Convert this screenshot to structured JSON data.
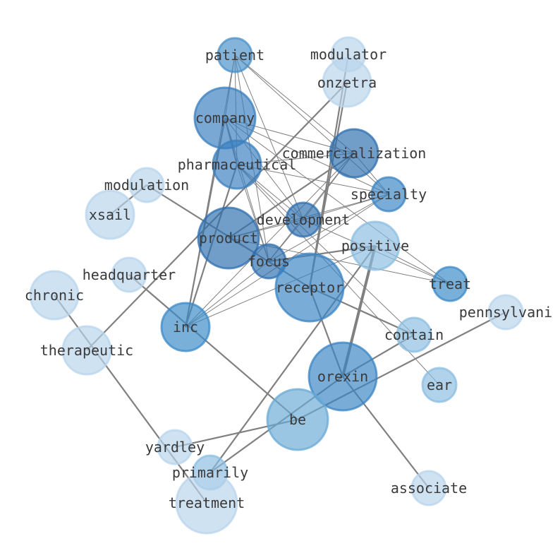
{
  "network": {
    "nodes": [
      {
        "id": "patient",
        "label": "patient",
        "weight": 1,
        "color": "#4a90c8"
      },
      {
        "id": "modulator",
        "label": "modulator",
        "weight": 1,
        "color": "#b8d4ec"
      },
      {
        "id": "onzetra",
        "label": "onzetra",
        "weight": 1,
        "color": "#b8d4ec"
      },
      {
        "id": "company",
        "label": "company",
        "weight": 5,
        "color": "#3a7fbf"
      },
      {
        "id": "commercialization",
        "label": "commercialization",
        "weight": 3,
        "color": "#2d6fb0"
      },
      {
        "id": "pharmaceutical",
        "label": "pharmaceutical",
        "weight": 3,
        "color": "#3a7fbf"
      },
      {
        "id": "modulation",
        "label": "modulation",
        "weight": 1,
        "color": "#b8d4ec"
      },
      {
        "id": "specialty",
        "label": "specialty",
        "weight": 2,
        "color": "#3a84c4"
      },
      {
        "id": "xsail",
        "label": "xsail",
        "weight": 1,
        "color": "#b8d4ec"
      },
      {
        "id": "development",
        "label": "development",
        "weight": 2,
        "color": "#2d6fb0"
      },
      {
        "id": "product",
        "label": "product",
        "weight": 5,
        "color": "#2d6fb0"
      },
      {
        "id": "positive",
        "label": "positive",
        "weight": 2,
        "color": "#8bbde0"
      },
      {
        "id": "headquarter",
        "label": "headquarter",
        "weight": 1,
        "color": "#b8d4ec"
      },
      {
        "id": "focus",
        "label": "focus",
        "weight": 2,
        "color": "#2d6fb0"
      },
      {
        "id": "chronic",
        "label": "chronic",
        "weight": 1,
        "color": "#b8d4ec"
      },
      {
        "id": "receptor",
        "label": "receptor",
        "weight": 6,
        "color": "#3a84c4"
      },
      {
        "id": "treat",
        "label": "treat",
        "weight": 2,
        "color": "#3a8ac8"
      },
      {
        "id": "inc",
        "label": "inc",
        "weight": 3,
        "color": "#3a8ac8"
      },
      {
        "id": "pennsylvani",
        "label": "pennsylvani",
        "weight": 1,
        "color": "#b8d4ec"
      },
      {
        "id": "contain",
        "label": "contain",
        "weight": 2,
        "color": "#8bbde0"
      },
      {
        "id": "therapeutic",
        "label": "therapeutic",
        "weight": 1,
        "color": "#b8d4ec"
      },
      {
        "id": "orexin",
        "label": "orexin",
        "weight": 6,
        "color": "#3a84c4"
      },
      {
        "id": "ear",
        "label": "ear",
        "weight": 2,
        "color": "#8bbde0"
      },
      {
        "id": "be",
        "label": "be",
        "weight": 4,
        "color": "#6aaad6"
      },
      {
        "id": "yardley",
        "label": "yardley",
        "weight": 1,
        "color": "#b8d4ec"
      },
      {
        "id": "primarily",
        "label": "primarily",
        "weight": 2,
        "color": "#8bbde0"
      },
      {
        "id": "associate",
        "label": "associate",
        "weight": 1,
        "color": "#b8d4ec"
      },
      {
        "id": "treatment",
        "label": "treatment",
        "weight": 2,
        "color": "#b8d4ec"
      }
    ],
    "edges": [
      {
        "s": "patient",
        "t": "pharmaceutical",
        "w": 1
      },
      {
        "s": "patient",
        "t": "inc",
        "w": 1
      },
      {
        "s": "patient",
        "t": "development",
        "w": 1
      },
      {
        "s": "patient",
        "t": "specialty",
        "w": 1
      },
      {
        "s": "patient",
        "t": "commercialization",
        "w": 1
      },
      {
        "s": "patient",
        "t": "focus",
        "w": 1
      },
      {
        "s": "patient",
        "t": "company",
        "w": 1
      },
      {
        "s": "onzetra",
        "t": "receptor",
        "w": 2
      },
      {
        "s": "onzetra",
        "t": "therapeutic",
        "w": 2
      },
      {
        "s": "company",
        "t": "commercialization",
        "w": 1
      },
      {
        "s": "company",
        "t": "specialty",
        "w": 1
      },
      {
        "s": "company",
        "t": "development",
        "w": 1
      },
      {
        "s": "company",
        "t": "focus",
        "w": 1
      },
      {
        "s": "company",
        "t": "inc",
        "w": 2
      },
      {
        "s": "company",
        "t": "treat",
        "w": 1
      },
      {
        "s": "company",
        "t": "pharmaceutical",
        "w": 2
      },
      {
        "s": "commercialization",
        "t": "pharmaceutical",
        "w": 1
      },
      {
        "s": "commercialization",
        "t": "specialty",
        "w": 1
      },
      {
        "s": "commercialization",
        "t": "development",
        "w": 1
      },
      {
        "s": "commercialization",
        "t": "focus",
        "w": 1
      },
      {
        "s": "commercialization",
        "t": "product",
        "w": 2
      },
      {
        "s": "commercialization",
        "t": "inc",
        "w": 1
      },
      {
        "s": "pharmaceutical",
        "t": "specialty",
        "w": 1
      },
      {
        "s": "pharmaceutical",
        "t": "development",
        "w": 1
      },
      {
        "s": "pharmaceutical",
        "t": "focus",
        "w": 1
      },
      {
        "s": "pharmaceutical",
        "t": "ear",
        "w": 1
      },
      {
        "s": "pharmaceutical",
        "t": "contain",
        "w": 1
      },
      {
        "s": "pharmaceutical",
        "t": "inc",
        "w": 2
      },
      {
        "s": "specialty",
        "t": "development",
        "w": 1
      },
      {
        "s": "specialty",
        "t": "focus",
        "w": 1
      },
      {
        "s": "specialty",
        "t": "product",
        "w": 1
      },
      {
        "s": "specialty",
        "t": "inc",
        "w": 1
      },
      {
        "s": "development",
        "t": "focus",
        "w": 1
      },
      {
        "s": "development",
        "t": "product",
        "w": 1
      },
      {
        "s": "development",
        "t": "treat",
        "w": 1
      },
      {
        "s": "modulation",
        "t": "receptor",
        "w": 2
      },
      {
        "s": "xsail",
        "t": "modulation",
        "w": 2
      },
      {
        "s": "product",
        "t": "treat",
        "w": 1
      },
      {
        "s": "product",
        "t": "focus",
        "w": 1
      },
      {
        "s": "positive",
        "t": "focus",
        "w": 2
      },
      {
        "s": "positive",
        "t": "orexin",
        "w": 6
      },
      {
        "s": "positive",
        "t": "treat",
        "w": 1
      },
      {
        "s": "positive",
        "t": "inc",
        "w": 1
      },
      {
        "s": "positive",
        "t": "primarily",
        "w": 2
      },
      {
        "s": "headquarter",
        "t": "be",
        "w": 2
      },
      {
        "s": "chronic",
        "t": "treatment",
        "w": 2
      },
      {
        "s": "receptor",
        "t": "modulator",
        "w": 2
      },
      {
        "s": "receptor",
        "t": "orexin",
        "w": 2
      },
      {
        "s": "receptor",
        "t": "contain",
        "w": 2
      },
      {
        "s": "orexin",
        "t": "contain",
        "w": 2
      },
      {
        "s": "orexin",
        "t": "associate",
        "w": 2
      },
      {
        "s": "orexin",
        "t": "primarily",
        "w": 2
      },
      {
        "s": "be",
        "t": "pennsylvani",
        "w": 2
      },
      {
        "s": "be",
        "t": "yardley",
        "w": 2
      },
      {
        "s": "inc",
        "t": "focus",
        "w": 1
      }
    ]
  }
}
